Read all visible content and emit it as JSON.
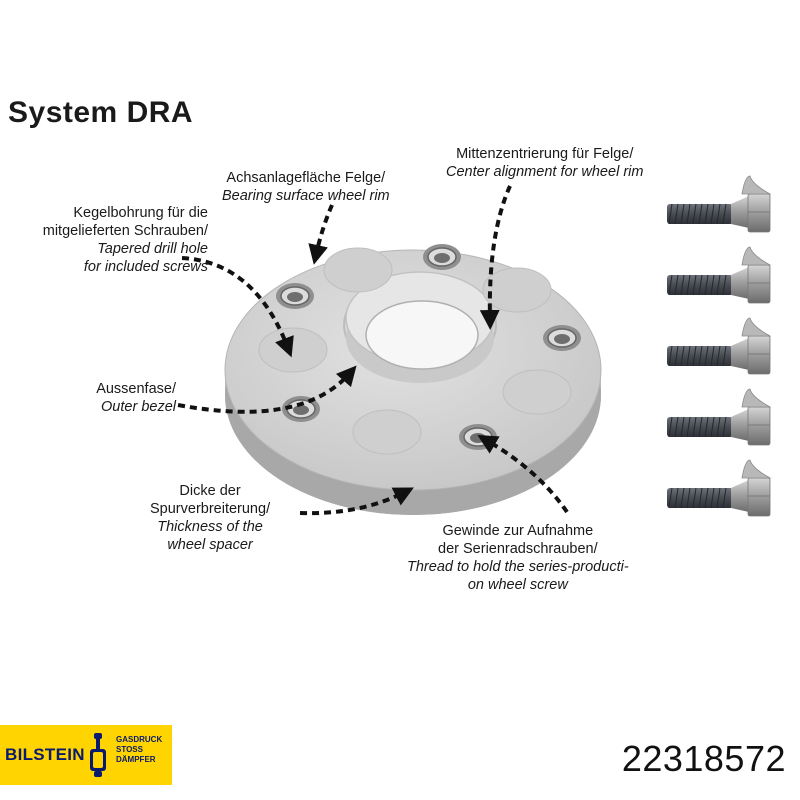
{
  "title": "System DRA",
  "labels": {
    "bearing_surface": {
      "de": "Achsanlagefläche Felge/",
      "en": "Bearing surface wheel rim"
    },
    "center_alignment": {
      "de": "Mittenzentrierung für Felge/",
      "en": "Center alignment for wheel rim"
    },
    "tapered_hole": {
      "de1": "Kegelbohrung für die",
      "de2": "mitgelieferten Schrauben/",
      "en1": "Tapered drill hole",
      "en2": "for included screws"
    },
    "outer_bezel": {
      "de": "Aussenfase/",
      "en": "Outer bezel"
    },
    "thickness": {
      "de1": "Dicke der",
      "de2": "Spurverbreiterung/",
      "en1": "Thickness of the",
      "en2": "wheel spacer"
    },
    "thread": {
      "de1": "Gewinde zur Aufnahme",
      "de2": "der Serienradschrauben/",
      "en1": "Thread to hold the series-producti-",
      "en2": "on wheel screw"
    }
  },
  "logo": {
    "brand": "BILSTEIN",
    "line1": "GASDRUCK",
    "line2": "STOSS",
    "line3": "DÄMPFER"
  },
  "part_number": "22318572",
  "colors": {
    "logo_yellow": "#ffd400",
    "logo_blue": "#0a1a6e",
    "spacer_gray": "#c9c9c9"
  },
  "bolt_count": 5
}
